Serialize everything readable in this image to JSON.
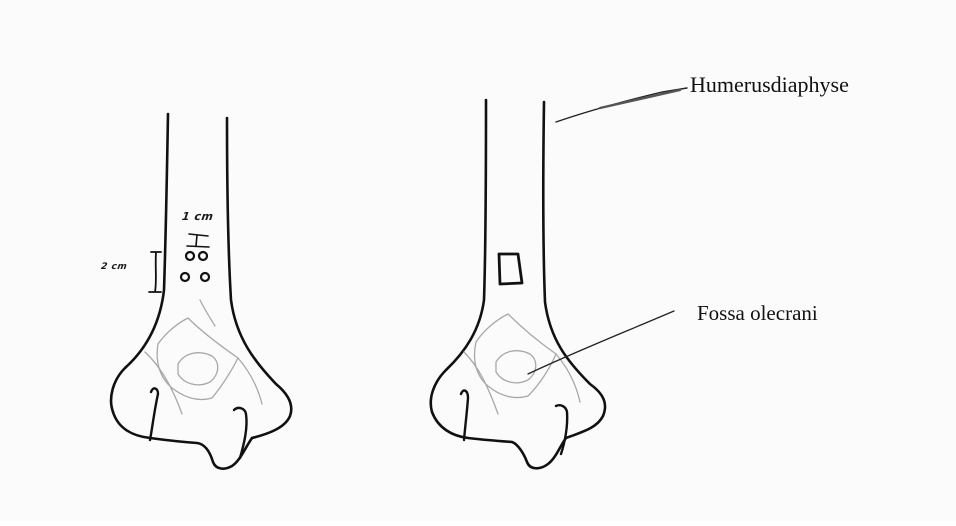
{
  "labels": {
    "humerus": "Humerusdiaphyse",
    "fossa": "Fossa olecrani",
    "scale_small": "1 cm",
    "scale_large": "2 cm"
  },
  "colors": {
    "ink": "#111111",
    "pencil": "#a8a8a8",
    "paper": "#fbfbfb"
  }
}
